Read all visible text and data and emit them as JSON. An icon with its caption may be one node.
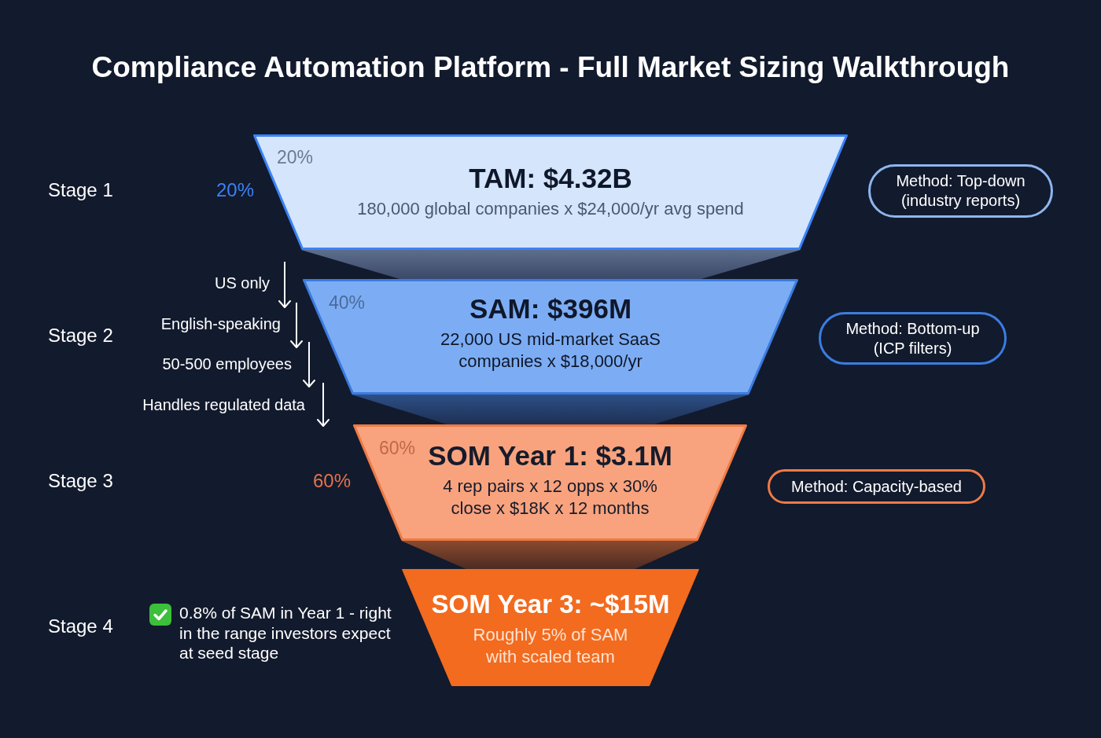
{
  "diagram": {
    "title": "Compliance Automation Platform - Full Market Sizing Walkthrough",
    "nodes": [
      {
        "text": [
          "20%",
          "TAM: $4.32B",
          "180,000 global companies x $24,000/yr avg spend"
        ],
        "beside": [
          "20%"
        ]
      },
      {
        "text": [
          "40%",
          "SAM: $396M",
          "22,000 US mid-market SaaS companies x $18,000/yr"
        ]
      },
      {
        "text": [
          "60%",
          "SOM Year 1: $3.1M",
          "4 rep pairs x 12 opps x 30% close x $18K x 12 months"
        ],
        "beside": [
          "60%"
        ]
      },
      {
        "text": [
          "SOM Year 3: ~$15M",
          "Roughly 5% of SAM with scaled team"
        ]
      },
      {
        "text": [
          "Method: Top-down (industry reports)"
        ]
      },
      {
        "text": [
          "Method: Bottom-up (ICP filters)"
        ]
      },
      {
        "text": [
          "Method: Capacity-based"
        ]
      }
    ],
    "labels": [
      "Stage 1",
      "US only",
      "English-speaking",
      "Stage 2",
      "50-500 employees",
      "Handles regulated data",
      "Stage 3",
      "Stage 4",
      "0.8% of SAM in Year 1 - right in the range investors expect at seed stage"
    ]
  }
}
